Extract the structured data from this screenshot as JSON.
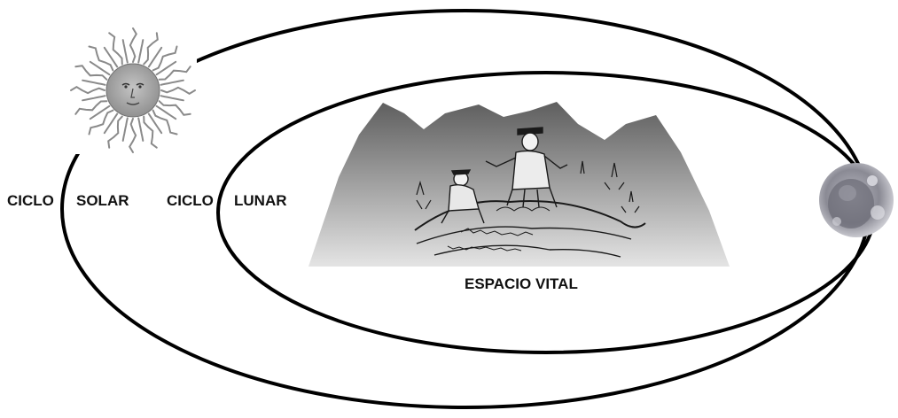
{
  "diagram": {
    "labels": {
      "ciclo_1": "CICLO",
      "solar": "SOLAR",
      "ciclo_2": "CICLO",
      "lunar": "LUNAR",
      "espacio_vital": "ESPACIO VITAL"
    },
    "icons": {
      "sun": "sun-with-face-icon",
      "moon": "moon-icon",
      "scene": "mountains-with-farmers-illustration"
    },
    "colors": {
      "orbit": "#000000",
      "mountain_top": "#5e5e5e",
      "mountain_bottom": "#e2e2e2",
      "sun": "#8a8a8a",
      "moon": "#7d7d86"
    }
  }
}
